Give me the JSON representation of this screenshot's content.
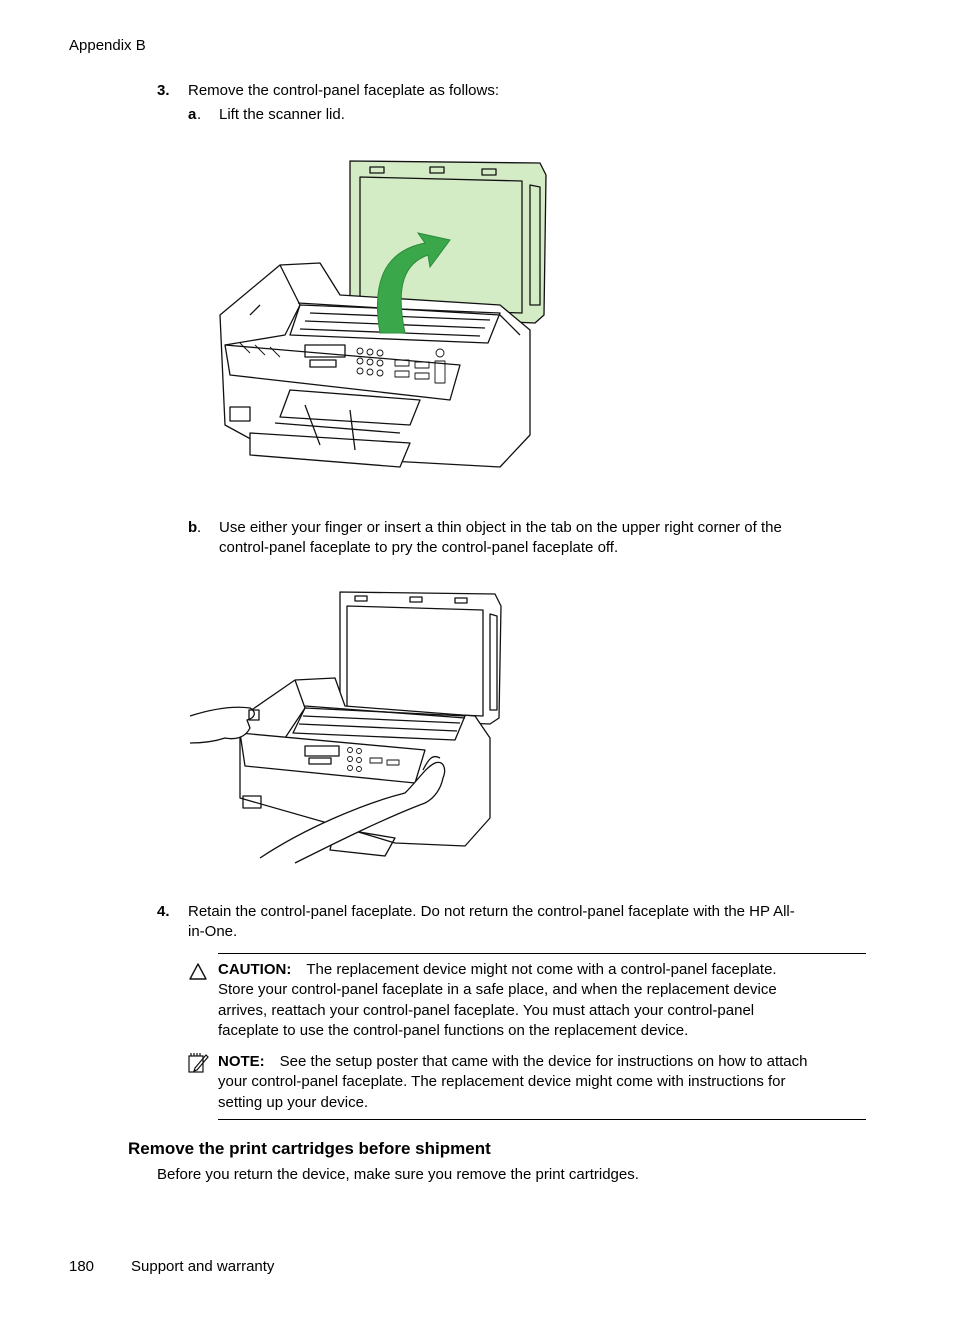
{
  "header": {
    "running_head": "Appendix B"
  },
  "step3": {
    "number": "3.",
    "text": "Remove the control-panel faceplate as follows:",
    "sub_a": {
      "letter": "a",
      "text": "Lift the scanner lid."
    },
    "sub_b": {
      "letter": "b",
      "text_line1": "Use either your finger or insert a thin object in the tab on the upper right corner of the",
      "text_line2": "control-panel faceplate to pry the control-panel faceplate off."
    }
  },
  "step4": {
    "number": "4.",
    "text_line1": "Retain the control-panel faceplate. Do not return the control-panel faceplate with the HP All-",
    "text_line2": "in-One."
  },
  "caution": {
    "label": "CAUTION:",
    "line1": "The replacement device might not come with a control-panel faceplate.",
    "line2": "Store your control-panel faceplate in a safe place, and when the replacement device",
    "line3": "arrives, reattach your control-panel faceplate. You must attach your control-panel",
    "line4": "faceplate to use the control-panel functions on the replacement device."
  },
  "note": {
    "label": "NOTE:",
    "line1": "See the setup poster that came with the device for instructions on how to attach",
    "line2": "your control-panel faceplate. The replacement device might come with instructions for",
    "line3": "setting up your device."
  },
  "section": {
    "heading": "Remove the print cartridges before shipment",
    "body": "Before you return the device, make sure you remove the print cartridges."
  },
  "footer": {
    "page_number": "180",
    "title": "Support and warranty"
  },
  "colors": {
    "lid_green": "#d4ecc6",
    "arrow_green": "#3aa84a"
  }
}
